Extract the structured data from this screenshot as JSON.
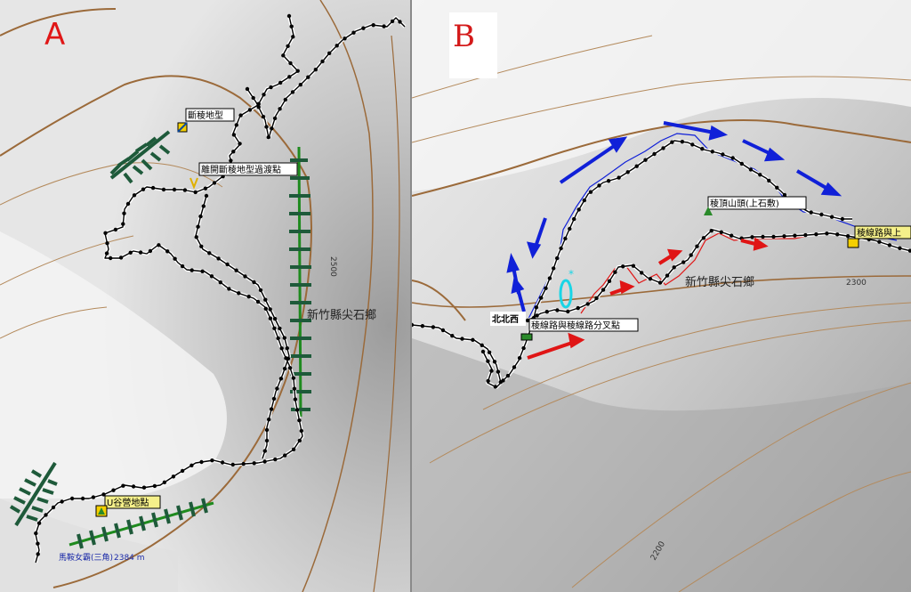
{
  "panels": {
    "a": {
      "letter": "A",
      "label_gravel": "斷稜地型",
      "label_leave": "離開斷稜地型過渡點",
      "label_township": "新竹縣尖石鄉",
      "label_elev": "2500",
      "label_camp": "U谷營地點",
      "label_peak": "馬鞍女霸(三角)",
      "label_peak_elev": "2384 m",
      "colors": {
        "letter": "#e01616",
        "tree": "#1e5a3a",
        "track": "#000000",
        "contour": "#9b6a3a"
      }
    },
    "b": {
      "letter": "B",
      "label_ridge": "稜頂山頭(上石敷)",
      "label_junction": "稜線路與稜線路分叉點",
      "label_north": "北北西",
      "label_township": "新竹縣尖石鄉",
      "label_right": "稜線路與上",
      "label_elev1": "2300",
      "label_elev2": "2200",
      "label_mark": "0*",
      "colors": {
        "letter": "#d41a1a",
        "blue_arrow": "#1020d8",
        "red_arrow": "#e01515",
        "mark": "#19d5e6"
      }
    }
  }
}
